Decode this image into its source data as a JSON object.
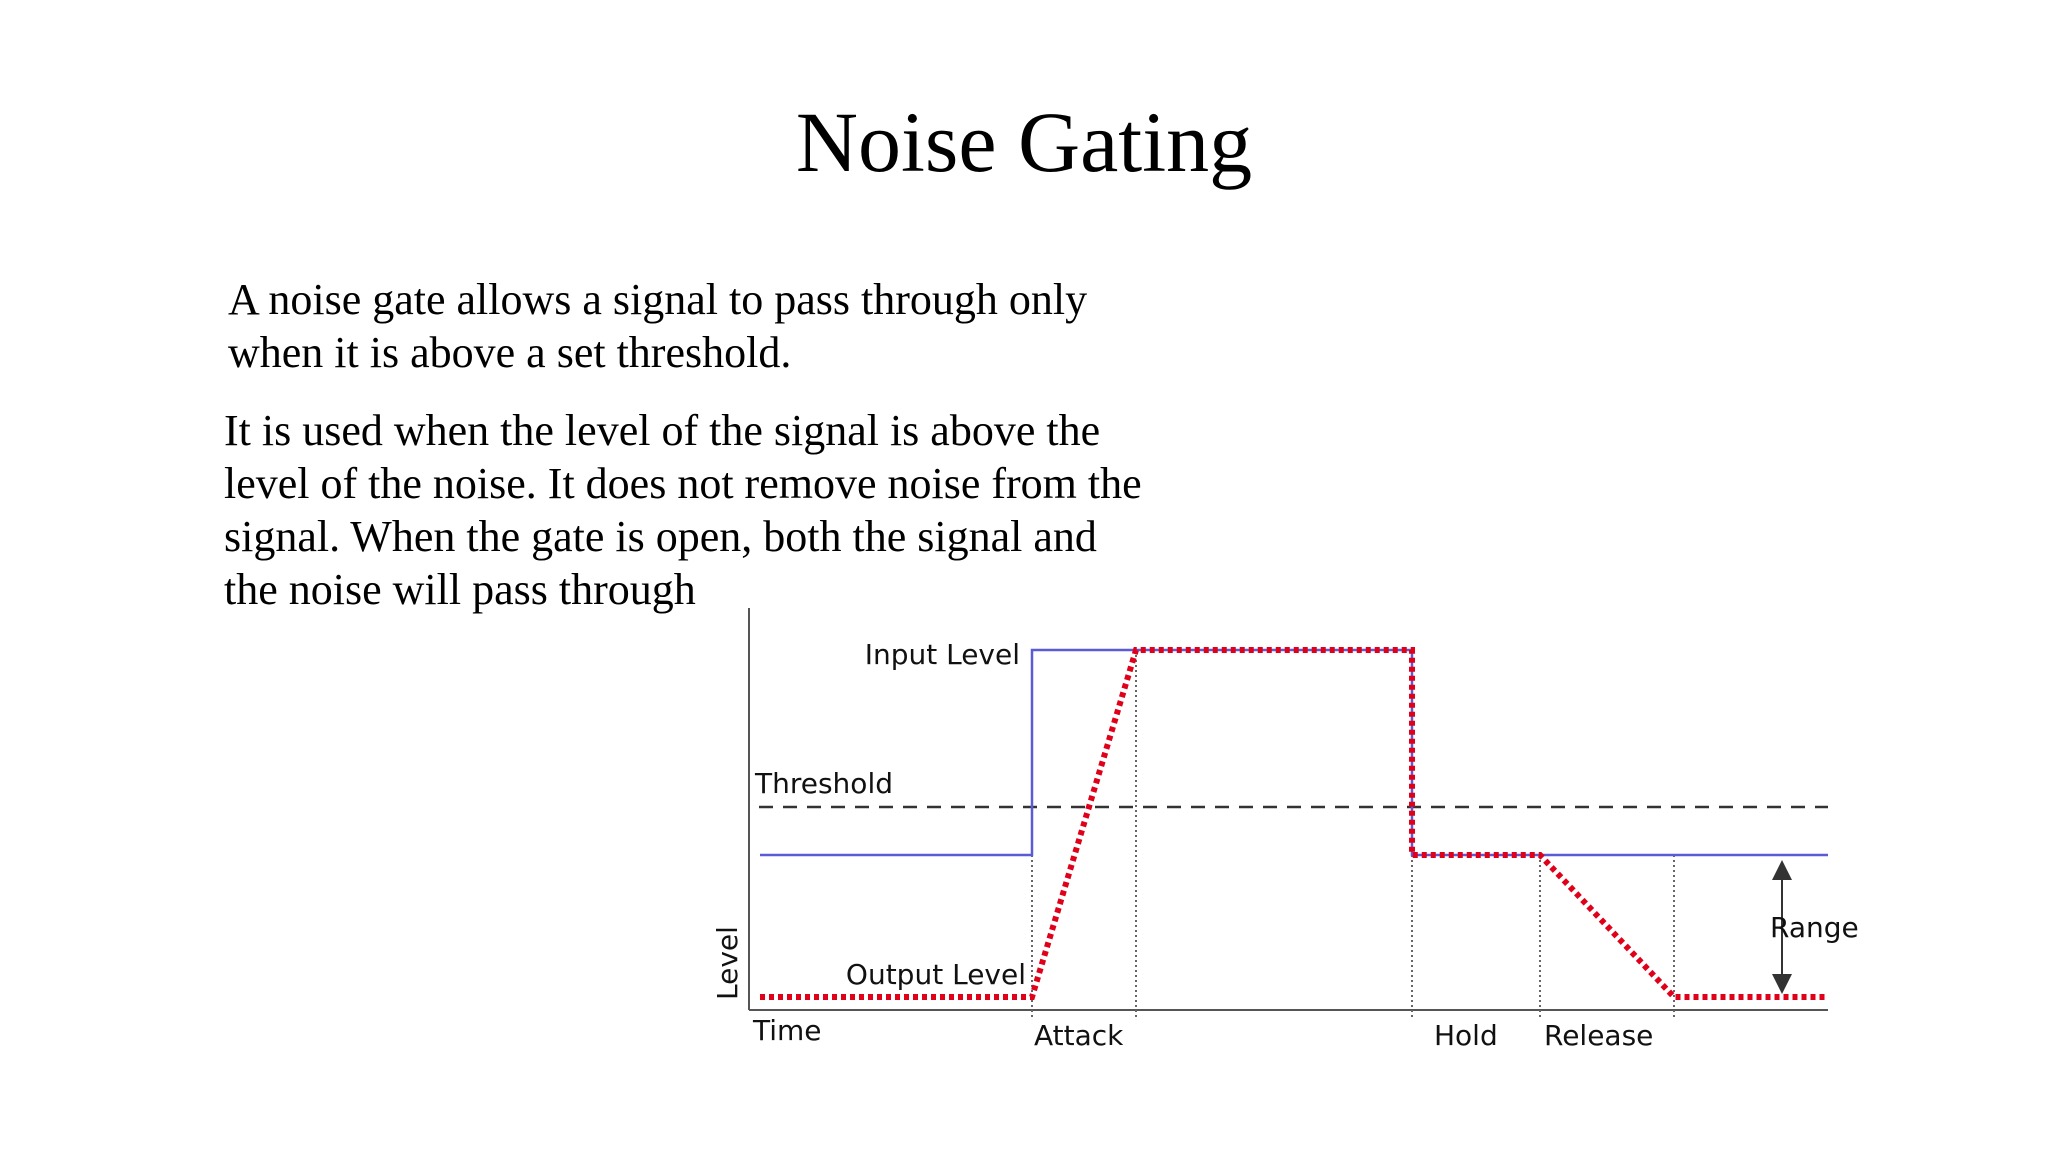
{
  "title": "Noise Gating",
  "paragraph1": {
    "lines": [
      "A noise gate allows a signal to pass through only",
      "when it is above a set threshold."
    ]
  },
  "paragraph2": {
    "lines": [
      "It is used when the level of the signal is above the",
      "level of the noise. It does not remove noise from the",
      "signal. When the gate is open, both the signal and",
      "the noise will pass through"
    ]
  },
  "diagram": {
    "labels": {
      "input_level": "Input Level",
      "threshold": "Threshold",
      "output_level": "Output Level",
      "level_axis": "Level",
      "time_axis": "Time",
      "attack": "Attack",
      "hold": "Hold",
      "release": "Release",
      "range": "Range"
    },
    "colors": {
      "input_signal": "#5b5bd6",
      "output_signal": "#e0001a",
      "threshold_line": "#333333",
      "guides": "#666666",
      "axes": "#555555"
    }
  }
}
